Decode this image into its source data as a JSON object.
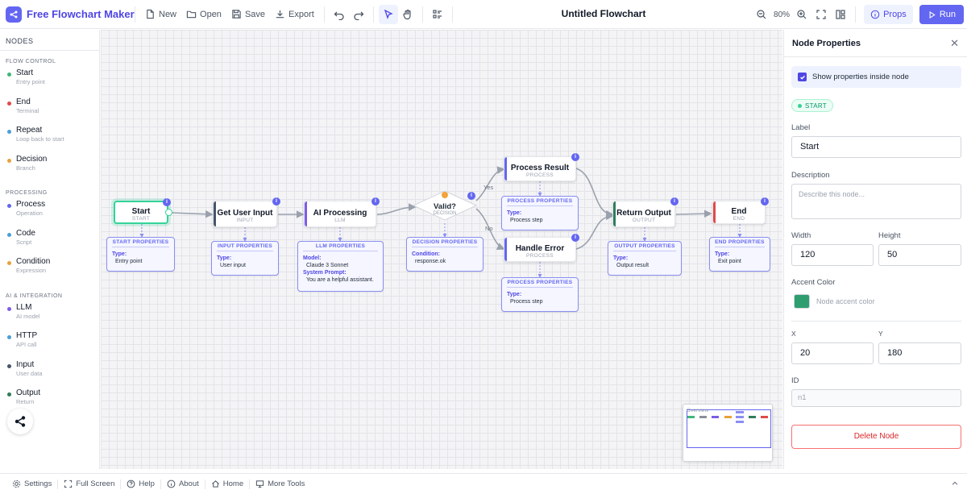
{
  "app": {
    "brand": "Free Flowchart Maker",
    "doc_title": "Untitled Flowchart",
    "zoom": "80%"
  },
  "toolbar": {
    "new": "New",
    "open": "Open",
    "save": "Save",
    "export": "Export",
    "props": "Props",
    "run": "Run"
  },
  "sidebar": {
    "header": "NODES",
    "sections": [
      {
        "title": "FLOW CONTROL",
        "items": [
          {
            "label": "Start",
            "sub": "Entry point",
            "color": "#3fb77a"
          },
          {
            "label": "End",
            "sub": "Terminal",
            "color": "#e04a4a"
          },
          {
            "label": "Repeat",
            "sub": "Loop back to start",
            "color": "#4a9fd8"
          },
          {
            "label": "Decision",
            "sub": "Branch",
            "color": "#e8a23a"
          }
        ]
      },
      {
        "title": "PROCESSING",
        "items": [
          {
            "label": "Process",
            "sub": "Operation",
            "color": "#6366f1"
          },
          {
            "label": "Code",
            "sub": "Script",
            "color": "#4a9fd8"
          },
          {
            "label": "Condition",
            "sub": "Expression",
            "color": "#e8a23a"
          }
        ]
      },
      {
        "title": "AI & INTEGRATION",
        "items": [
          {
            "label": "LLM",
            "sub": "AI model",
            "color": "#7c5ce6"
          },
          {
            "label": "HTTP",
            "sub": "API call",
            "color": "#4a9fd8"
          },
          {
            "label": "Input",
            "sub": "User data",
            "color": "#475569"
          },
          {
            "label": "Output",
            "sub": "Return",
            "color": "#2f7d5b"
          }
        ]
      }
    ]
  },
  "canvas": {
    "nodes": {
      "start": {
        "label": "Start",
        "type": "START"
      },
      "input": {
        "label": "Get User Input",
        "type": "INPUT"
      },
      "llm": {
        "label": "AI Processing",
        "type": "LLM"
      },
      "decision": {
        "label": "Valid?",
        "type": "DECISION"
      },
      "process_result": {
        "label": "Process Result",
        "type": "PROCESS"
      },
      "handle_error": {
        "label": "Handle Error",
        "type": "PROCESS"
      },
      "output": {
        "label": "Return Output",
        "type": "OUTPUT"
      },
      "end": {
        "label": "End",
        "type": "END"
      }
    },
    "info_glyph": "i",
    "edge_labels": {
      "yes": "Yes",
      "no": "No"
    },
    "props": {
      "start": {
        "title": "START PROPERTIES",
        "k1": "Type:",
        "v1": "Entry point"
      },
      "input": {
        "title": "INPUT PROPERTIES",
        "k1": "Type:",
        "v1": "User input"
      },
      "llm": {
        "title": "LLM PROPERTIES",
        "k1": "Model:",
        "v1": "Claude 3 Sonnet",
        "k2": "System Prompt:",
        "v2": "You are a helpful assistant."
      },
      "decision": {
        "title": "DECISION PROPERTIES",
        "k1": "Condition:",
        "v1": "response.ok"
      },
      "process_result": {
        "title": "PROCESS PROPERTIES",
        "k1": "Type:",
        "v1": "Process step"
      },
      "handle_error": {
        "title": "PROCESS PROPERTIES",
        "k1": "Type:",
        "v1": "Process step"
      },
      "output": {
        "title": "OUTPUT PROPERTIES",
        "k1": "Type:",
        "v1": "Output result"
      },
      "end": {
        "title": "END PROPERTIES",
        "k1": "Type:",
        "v1": "Exit point"
      }
    },
    "minimap_label": "Overview"
  },
  "panel": {
    "title": "Node Properties",
    "show_props_label": "Show properties inside node",
    "type_badge": "START",
    "label_field": {
      "label": "Label",
      "value": "Start"
    },
    "description_field": {
      "label": "Description",
      "placeholder": "Describe this node..."
    },
    "width_field": {
      "label": "Width",
      "value": "120"
    },
    "height_field": {
      "label": "Height",
      "value": "50"
    },
    "accent": {
      "label": "Accent Color",
      "placeholder": "Node accent color",
      "value": "#2f9e6f"
    },
    "x_field": {
      "label": "X",
      "value": "20"
    },
    "y_field": {
      "label": "Y",
      "value": "180"
    },
    "id_field": {
      "label": "ID",
      "value": "n1"
    },
    "delete_label": "Delete Node"
  },
  "bottombar": {
    "settings": "Settings",
    "fullscreen": "Full Screen",
    "help": "Help",
    "about": "About",
    "home": "Home",
    "more": "More Tools"
  },
  "colors": {
    "accent": "#6366f1",
    "start": "#34d399",
    "end": "#e04a4a",
    "decision": "#e8a23a",
    "llm": "#7c5ce6",
    "input": "#475569",
    "output": "#2f7d5b"
  }
}
